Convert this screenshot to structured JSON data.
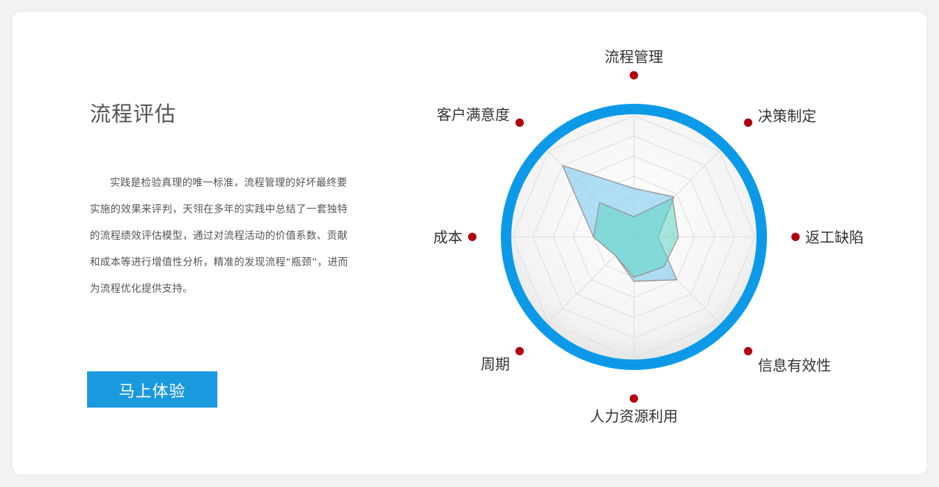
{
  "panel": {
    "title": "流程评估",
    "description": "实践是检验真理的唯一标准，流程管理的好坏最终要实施的效果来评判，天翎在多年的实践中总结了一套独特的流程绩效评估模型，通过对流程活动的价值系数、贡献和成本等进行增值性分析，精准的发现流程“瓶颈”，进而为流程优化提供支持。",
    "cta_label": "马上体验"
  },
  "colors": {
    "accent": "#1b99de",
    "ring": "#0c9ae8",
    "marker": "#b00010",
    "series_a": "#8fd0f2",
    "series_b": "#5fd6c3"
  },
  "chart_data": {
    "type": "radar",
    "axes": [
      "流程管理",
      "决策制定",
      "返工缺陷",
      "信息有效性",
      "人力资源利用",
      "周期",
      "成本",
      "客户满意度"
    ],
    "rlim": [
      0,
      6
    ],
    "rings": 6,
    "series": [
      {
        "values": [
          2.4,
          2.8,
          1.2,
          3.0,
          2.2,
          1.3,
          2.0,
          5.0
        ]
      },
      {
        "values": [
          1.0,
          2.7,
          2.2,
          2.1,
          2.0,
          1.3,
          2.0,
          2.4
        ]
      }
    ]
  }
}
